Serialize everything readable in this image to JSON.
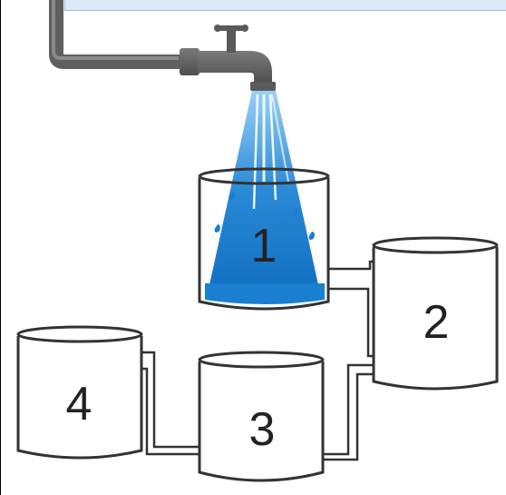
{
  "containers": [
    {
      "id": "1",
      "label": "1",
      "state": "filling"
    },
    {
      "id": "2",
      "label": "2",
      "state": "empty"
    },
    {
      "id": "3",
      "label": "3",
      "state": "empty"
    },
    {
      "id": "4",
      "label": "4",
      "state": "empty"
    }
  ],
  "colors": {
    "water": "#1a7fd0",
    "pipe": "#666666",
    "outline": "#333333"
  }
}
